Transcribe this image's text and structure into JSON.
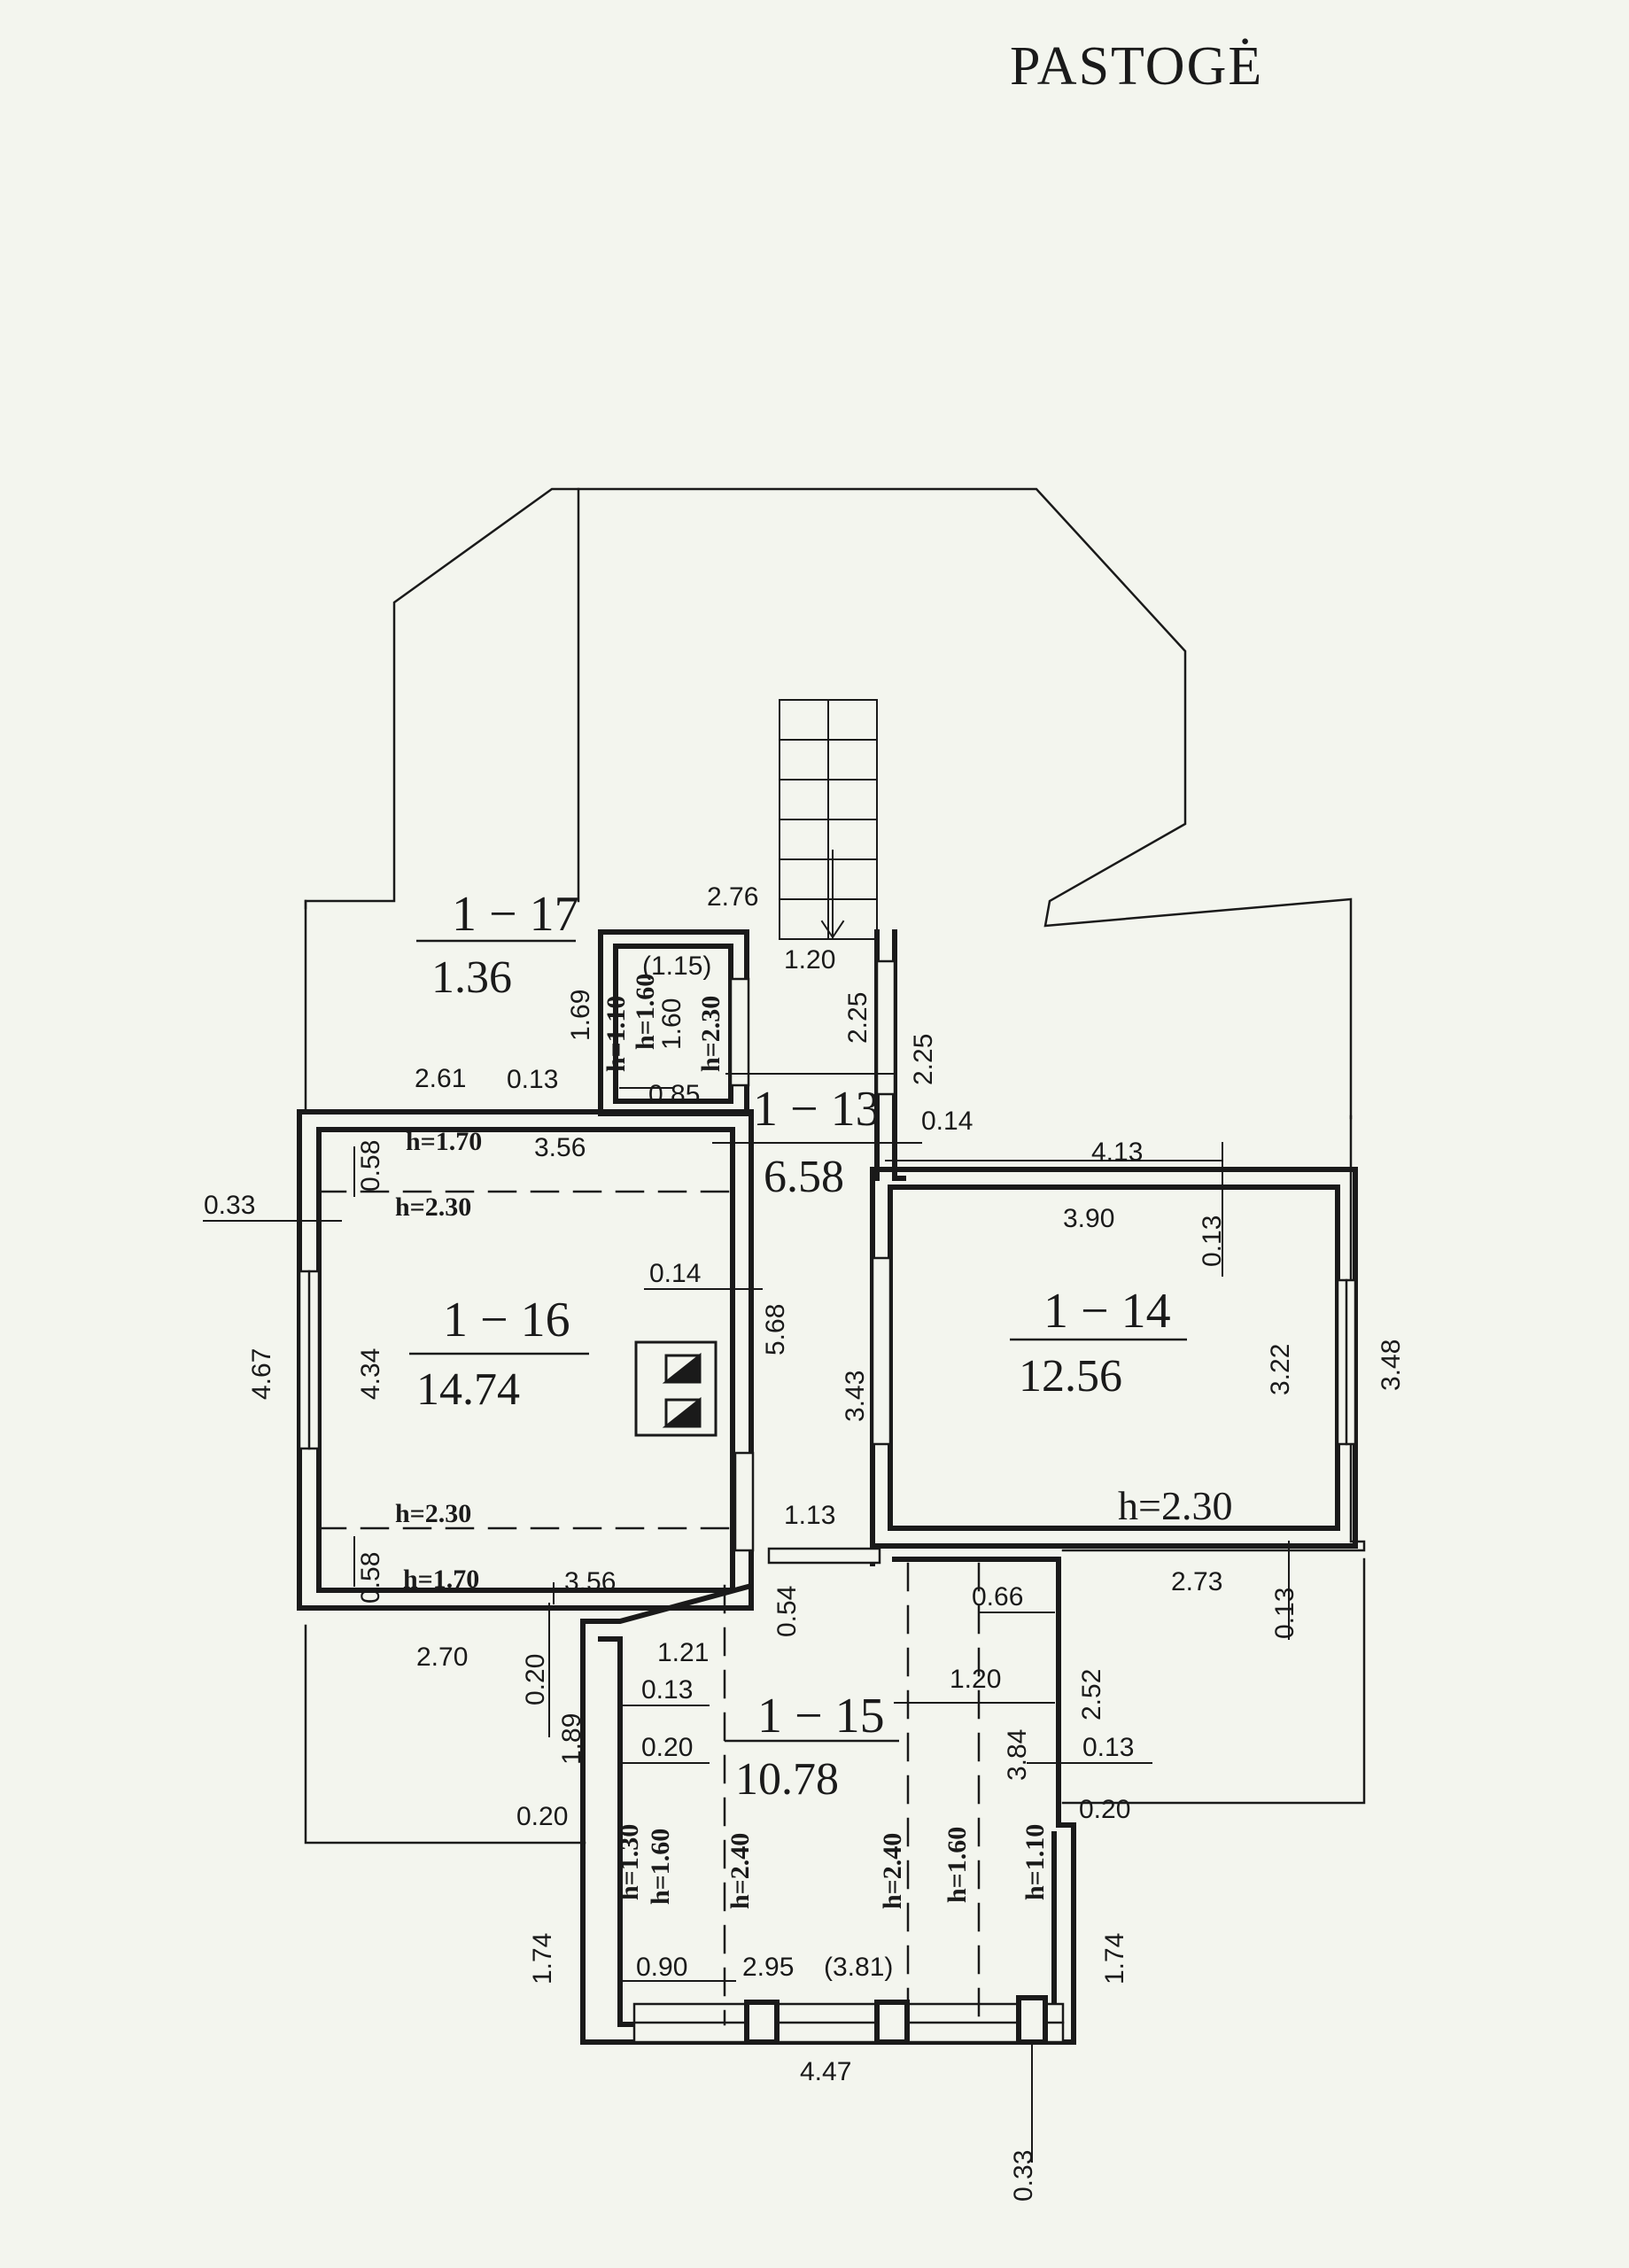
{
  "title": "PASTOGĖ",
  "colors": {
    "paper": "#f3f5ee",
    "ink": "#1a1a1a"
  },
  "rooms": {
    "r17": {
      "id": "1 − 17",
      "area": "1.36"
    },
    "r13": {
      "id": "1 − 13",
      "area": "6.58"
    },
    "r16": {
      "id": "1 − 16",
      "area": "14.74"
    },
    "r14": {
      "id": "1 − 14",
      "area": "12.56"
    },
    "r15": {
      "id": "1 − 15",
      "area": "10.78"
    }
  },
  "dims": {
    "d276": "2.76",
    "d120a": "1.20",
    "d169": "1.69",
    "d110p": "(1.15)",
    "d160a": "1.60",
    "d225a": "2.25",
    "d225b": "2.25",
    "d261": "2.61",
    "d013a": "0.13",
    "d085": "0.85",
    "d014a": "0.14",
    "d413": "4.13",
    "d058a": "0.58",
    "d356a": "3.56",
    "d033": "0.33",
    "d390": "3.90",
    "d013b": "0.13",
    "d014b": "0.14",
    "d568": "5.68",
    "d467": "4.67",
    "d434": "4.34",
    "d343": "3.43",
    "d322": "3.22",
    "d348": "3.48",
    "d113": "1.13",
    "d058b": "0.58",
    "d356b": "3.56",
    "d054": "0.54",
    "d066": "0.66",
    "d273": "2.73",
    "d013c": "0.13",
    "d270": "2.70",
    "d121": "1.21",
    "d020a": "0.20",
    "d013d": "0.13",
    "d120b": "1.20",
    "d252": "2.52",
    "d189": "1.89",
    "d020b": "0.20",
    "d384": "3.84",
    "d013e": "0.13",
    "d020c": "0.20",
    "d020d": "0.20",
    "d174a": "1.74",
    "d174b": "1.74",
    "d090": "0.90",
    "d295": "2.95",
    "d381": "(3.81)",
    "d447": "4.47",
    "d033b": "0.33"
  },
  "heights": {
    "h110": "h=1.10",
    "h160a": "h=1.60",
    "h230a": "h=2.30",
    "h170a": "h=1.70",
    "h230b": "h=2.30",
    "h230c": "h=2.30",
    "h170b": "h=1.70",
    "h230big": "h=2.30",
    "h130": "h=1.30",
    "h160b": "h=1.60",
    "h240a": "h=2.40",
    "h240b": "h=2.40",
    "h160c": "h=1.60",
    "h110b": "h=1.10"
  }
}
